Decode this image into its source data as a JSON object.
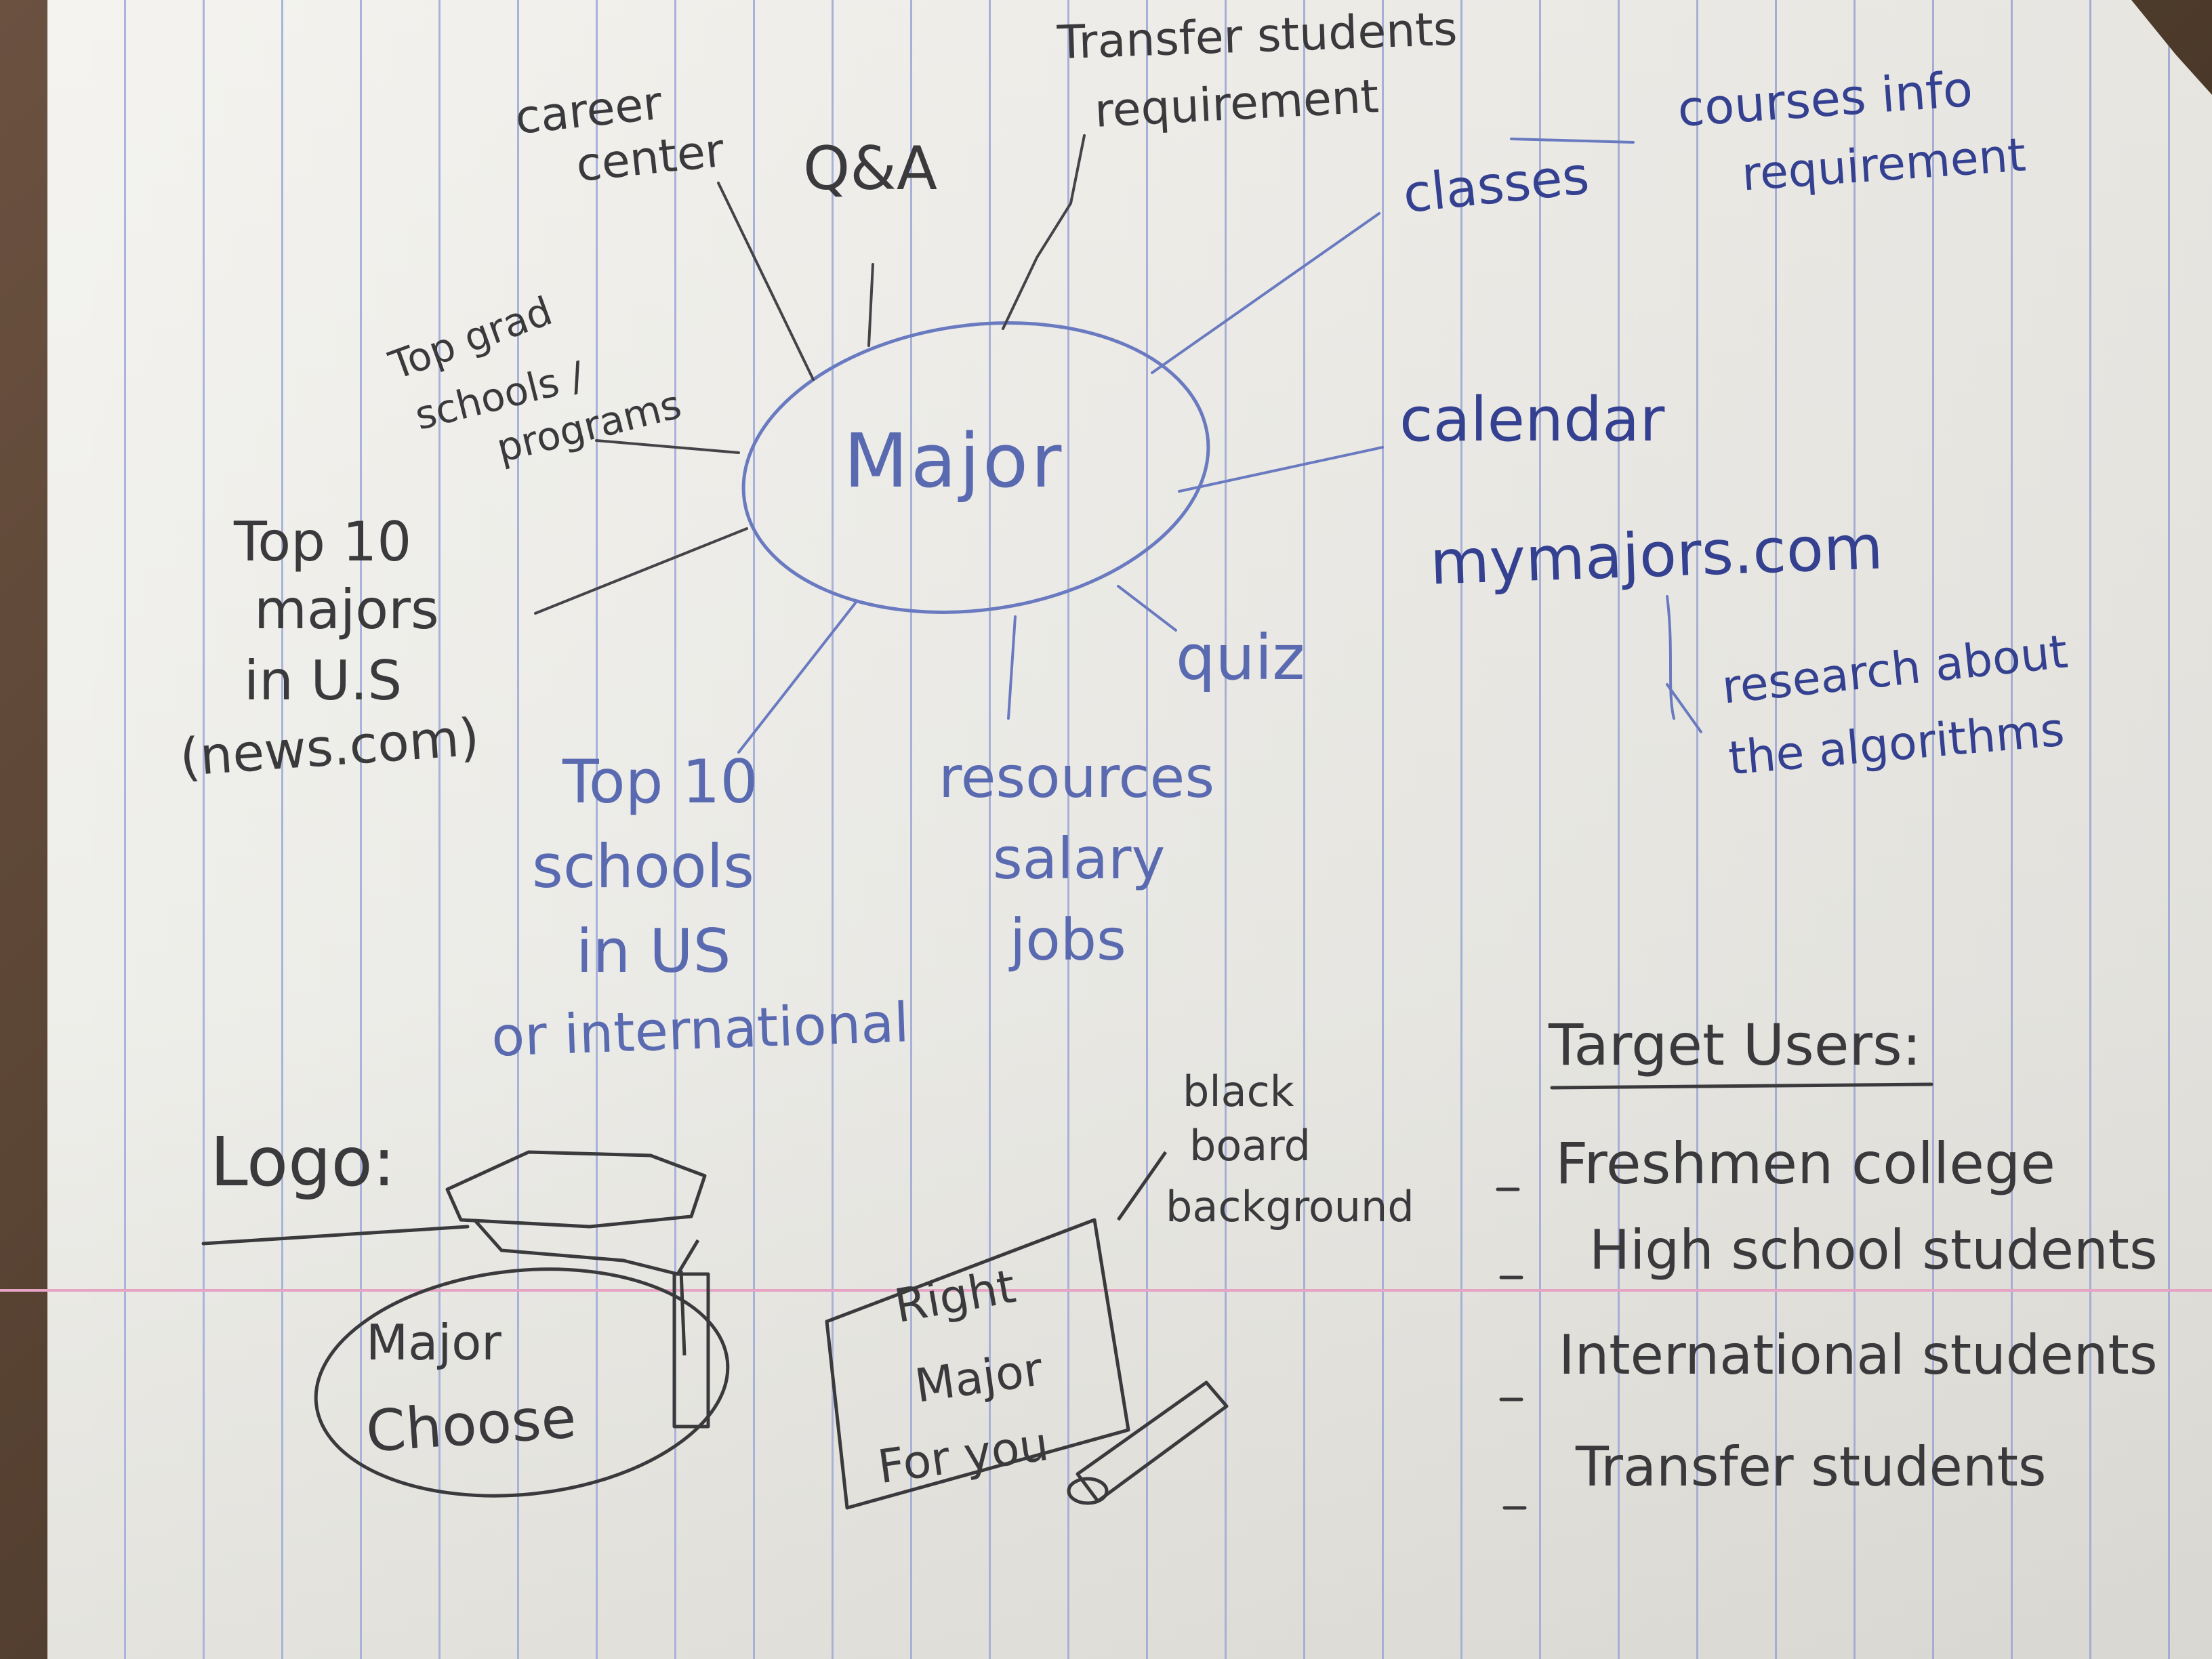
{
  "center": {
    "label": "Major"
  },
  "topics": {
    "career_center": [
      "career",
      "center"
    ],
    "qa": "Q&A",
    "transfer_req": [
      "Transfer students",
      "requirement"
    ],
    "classes": "classes",
    "courses": [
      "courses info",
      "requirement"
    ],
    "calendar": "calendar",
    "mymajors": "mymajors.com",
    "research": [
      "research about",
      "the algorithms"
    ],
    "quiz": "quiz",
    "resources": [
      "resources",
      "salary",
      "jobs"
    ],
    "top10_schools": [
      "Top 10",
      "schools",
      "in US",
      "or international"
    ],
    "top10_majors": [
      "Top 10",
      "majors",
      "in U.S",
      "(news.com)"
    ],
    "top_grad": [
      "Top grad",
      "schools /",
      "programs"
    ]
  },
  "logo": {
    "heading": "Logo:",
    "badge": [
      "Major",
      "Choose"
    ]
  },
  "board": {
    "note": [
      "black",
      "board",
      "background"
    ],
    "text": [
      "Right",
      "Major",
      "For you"
    ]
  },
  "target_users": {
    "heading": "Target Users:",
    "items": [
      "Freshmen college",
      "High school students",
      "International students",
      "Transfer students"
    ]
  },
  "colors": {
    "paper": "#f1f1ed",
    "rule_lines": "#a9b4dc",
    "margin_line": "#e6a3c4",
    "pencil": "#3a3a3d",
    "blue_ink": "#5a6ab0",
    "navy_ink": "#344090"
  }
}
